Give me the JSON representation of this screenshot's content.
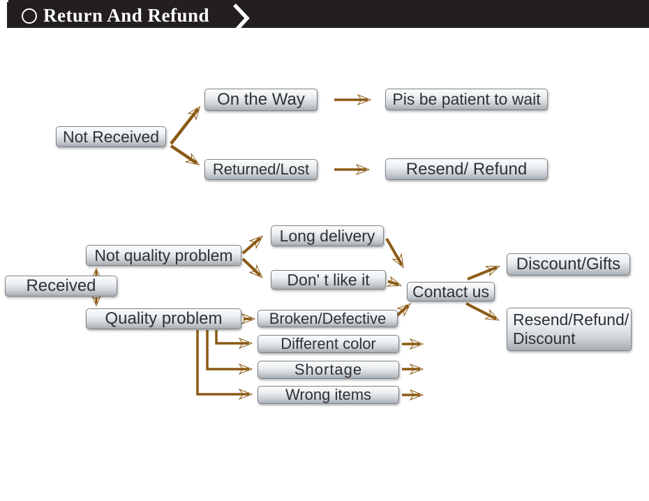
{
  "header": {
    "title": "Return And Refund"
  },
  "colors": {
    "header_bg": "#231f20",
    "arrow": "#8a5a14",
    "box_border": "#7d8287",
    "box_gradient_top": "#fbfcfd",
    "box_gradient_bottom": "#a7adb3",
    "text": "#2e3134"
  },
  "flowchart": {
    "nodes": {
      "not_received": "Not Received",
      "on_the_way": "On the Way",
      "pls_wait": "Pis be patient to wait",
      "returned_lost": "Returned/Lost",
      "resend_refund": "Resend/ Refund",
      "received": "Received",
      "not_quality": "Not quality problem",
      "quality": "Quality problem",
      "long_delivery": "Long delivery",
      "dont_like": "Don' t like it",
      "contact_us": "Contact us",
      "discount_gifts": "Discount/Gifts",
      "resend_refund_discount": "Resend/Refund/\nDiscount",
      "broken_defective": "Broken/Defective",
      "different_color": "Different color",
      "shortage": "Shortage",
      "wrong_items": "Wrong items"
    }
  }
}
